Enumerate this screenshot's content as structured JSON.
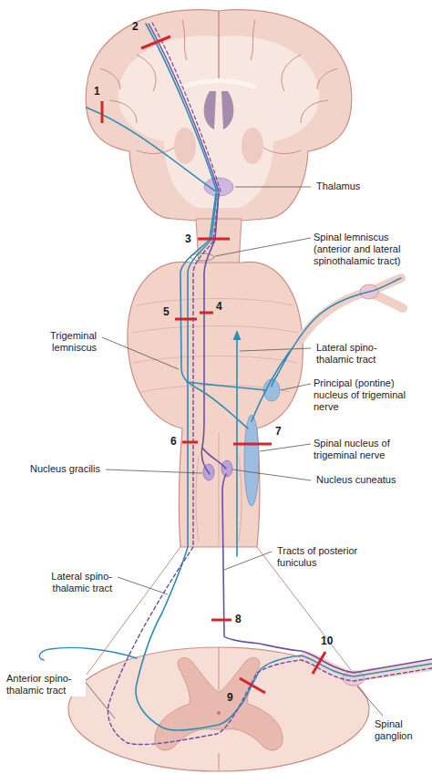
{
  "diagram": {
    "labels": [
      "2",
      "1",
      "Thalamus",
      "Spinal lemniscus (anterior and lateral spinothalamic tract)",
      "3",
      "4",
      "5",
      "Trigeminal lemniscus",
      "Lateral spino- thalamic tract",
      "Principal (pontine) nucleus of trigeminal nerve",
      "7",
      "6",
      "Spinal nucleus of trigeminal nerve",
      "Nucleus gracilis",
      "Nucleus cuneatus",
      "Tracts of posterior funiculus",
      "Lateral spino- thalamic tract",
      "8",
      "10",
      "Anterior spino- thalamic tract",
      "9",
      "Spinal ganglion"
    ]
  }
}
